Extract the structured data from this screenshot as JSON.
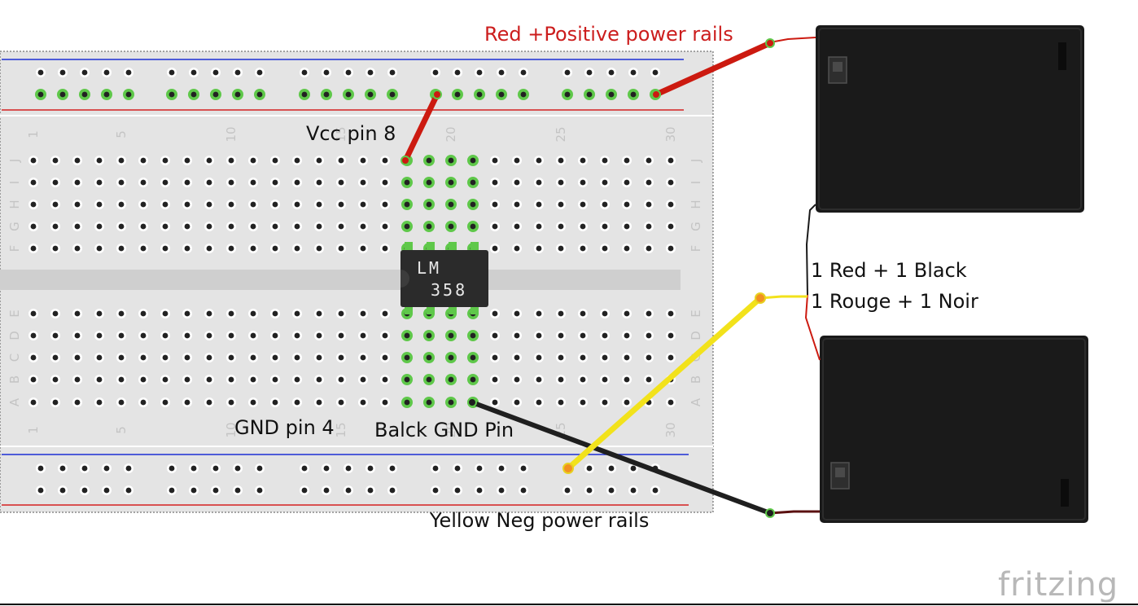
{
  "labels": {
    "positive_rail": "Red  +Positive  power rails",
    "vcc_pin": "Vcc pin 8",
    "gnd_pin": "GND pin 4",
    "black_gnd_pin": "Balck GND Pin",
    "negative_rail": "Yellow Neg power rails",
    "series_en": "1 Red + 1 Black",
    "series_fr": "1 Rouge + 1 Noir"
  },
  "chip": {
    "line1": "LM",
    "line2": "358"
  },
  "breadboard": {
    "column_numbers": [
      "1",
      "5",
      "10",
      "15",
      "20",
      "25",
      "30"
    ],
    "row_letters_top": [
      "J",
      "I",
      "H",
      "G",
      "F"
    ],
    "row_letters_bottom": [
      "E",
      "D",
      "C",
      "B",
      "A"
    ]
  },
  "brand": "fritzing",
  "colors": {
    "wire_red": "#cc1a10",
    "wire_yellow": "#f2e21b",
    "wire_black": "#1f1f1f",
    "rail_red": "#d42020",
    "rail_blue": "#1c2ed4",
    "hole_active": "#5fc84a",
    "battery": "#1a1a1a"
  },
  "components": {
    "battery_holders": [
      "battery-holder-top",
      "battery-holder-bottom"
    ]
  }
}
